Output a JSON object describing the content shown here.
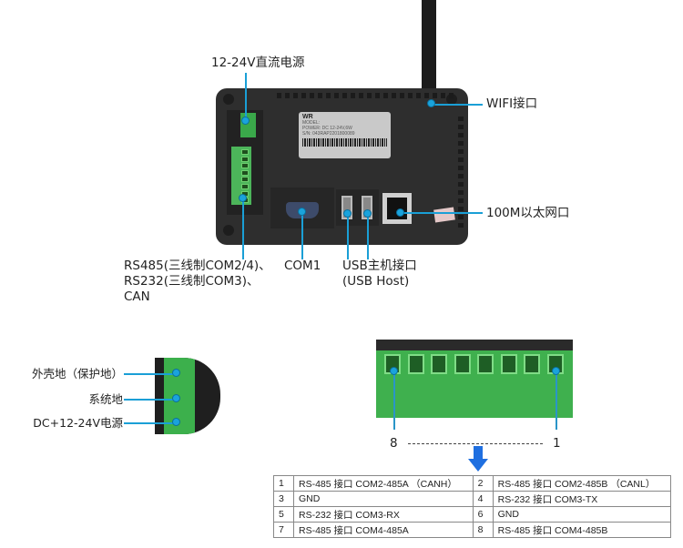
{
  "labels": {
    "power": "12-24V直流电源",
    "wifi": "WIFI接口",
    "ethernet": "100M以太网口",
    "serial_line1": "RS485(三线制COM2/4)、",
    "serial_line2": "RS232(三线制COM3)、",
    "serial_line3": "CAN",
    "com1": "COM1",
    "usb_line1": "USB主机接口",
    "usb_line2": "(USB Host)"
  },
  "device_label": {
    "brand": "WR",
    "model": "MODEL:",
    "power": "POWER:  DC 12-24V,6W",
    "sn": "S/N: 043RAP2201800089"
  },
  "power_terminal": {
    "pins": [
      "外壳地（保护地）",
      "系统地",
      "DC+12-24V电源"
    ]
  },
  "terminal_block": {
    "left_pin": "8",
    "right_pin": "1"
  },
  "pin_table": [
    [
      {
        "num": "1",
        "desc": "RS-485 接口 COM2-485A （CANH）"
      },
      {
        "num": "2",
        "desc": "RS-485 接口 COM2-485B （CANL）"
      }
    ],
    [
      {
        "num": "3",
        "desc": "GND"
      },
      {
        "num": "4",
        "desc": "RS-232 接口 COM3-TX"
      }
    ],
    [
      {
        "num": "5",
        "desc": "RS-232 接口 COM3-RX"
      },
      {
        "num": "6",
        "desc": "GND"
      }
    ],
    [
      {
        "num": "7",
        "desc": "RS-485 接口 COM4-485A"
      },
      {
        "num": "8",
        "desc": "RS-485 接口 COM4-485B"
      }
    ]
  ],
  "colors": {
    "accent_line": "#1a9fd6",
    "terminal_green": "#3aa84a",
    "device_body": "#2b2b2b",
    "arrow": "#1f6fe0"
  }
}
